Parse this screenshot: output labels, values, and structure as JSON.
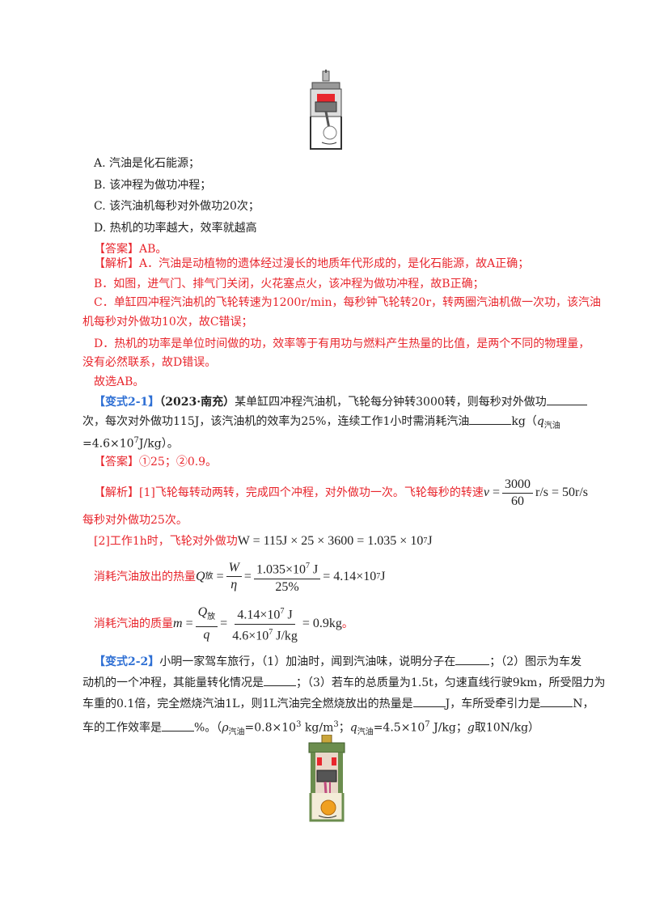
{
  "q1": {
    "options": [
      "A. 汽油是化石能源；",
      "B. 该冲程为做功冲程；",
      "C. 该汽油机每秒对外做功20次；",
      "D. 热机的功率越大，效率就越高"
    ],
    "answer": "【答案】AB。",
    "analysis_head": "【解析】",
    "analysis": [
      "A．汽油是动植物的遗体经过漫长的地质年代形成的，是化石能源，故A正确；",
      "B．如图，进气门、排气门关闭，火花塞点火，该冲程为做功冲程，故B正确；",
      "C．单缸四冲程汽油机的飞轮转速为1200r/min，每秒钟飞轮转20r，转两圈汽油机做一次功，该汽油",
      "机每秒对外做功10次，故C错误；",
      "D．热机的功率是单位时间做的功，效率等于有用功与燃料产生热量的比值，是两个不同的物理量，",
      "没有必然联系，故D错误。"
    ],
    "conclusion": "故选AB。"
  },
  "q2_1": {
    "tag": "【变式2-1】",
    "source": "（2023·南充）",
    "stem1": "某单缸四冲程汽油机，飞轮每分钟转3000转，则每秒对外做功",
    "stem2a": "次，每次对外做功115J，该汽油机的效率为25%，连续工作1小时需消耗汽油",
    "stem2b": "kg（",
    "q_sym": "q",
    "q_sub": "汽油",
    "stem3": "=4.6×10",
    "stem3_exp": "7",
    "stem3b": "J/kg）。",
    "answer": "【答案】①25；②0.9。",
    "analysis_head": "【解析】",
    "a1": "[1]飞轮每转动两转，完成四个冲程，对外做功一次。飞轮每秒的转速",
    "a1_var": "v",
    "a1_num": "3000",
    "a1_den": "60",
    "a1_result": "r/s = 50r/s",
    "a2": "每秒对外做功25次。",
    "a3": "[2]工作1h时，飞轮对外做功",
    "a3_formula": "W = 115J × 25 × 3600 = 1.035 × 10",
    "a3_exp": "7",
    "a3_unit": " J",
    "a4": "消耗汽油放出的热量",
    "a4_var": "Q",
    "a4_sub": "放",
    "a4_num": "W",
    "a4_den": "η",
    "a4_num2": "1.035×10",
    "a4_num2_exp": "7",
    "a4_num2_unit": " J",
    "a4_den2": "25%",
    "a4_result": "= 4.14×10",
    "a4_result_exp": "7",
    "a4_result_unit": " J",
    "a5": "消耗汽油的质量",
    "a5_var": "m",
    "a5_num_var": "Q",
    "a5_num_sub": "放",
    "a5_den_var": "q",
    "a5_num2": "4.14×10",
    "a5_num2_exp": "7",
    "a5_num2_unit": " J",
    "a5_den2": "4.6×10",
    "a5_den2_exp": "7",
    "a5_den2_unit": " J/kg",
    "a5_result": "= 0.9kg",
    "a5_tail": "。"
  },
  "q2_2": {
    "tag": "【变式2-2】",
    "line1": "小明一家驾车旅行，（1）加油时，闻到汽油味，说明分子在",
    "line1b": "；（2）图示为车发",
    "line2a": "动机的一个冲程，其能量转化情况是",
    "line2b": "；（3）若车的总质量为1.5t，匀速直线行驶9km，所受阻力为",
    "line3a": "车重的0.1倍，完全燃烧汽油1L，则1L汽油完全燃烧放出的热量是",
    "line3b": "J，车所受牵引力是",
    "line3c": "N，",
    "line4a": "车的工作效率是",
    "line4b": "%。（",
    "rho": "ρ",
    "rho_sub": "汽油",
    "rho_val": "=0.8×10",
    "rho_exp": "3",
    "rho_unit": " kg/m",
    "rho_unit_exp": "3",
    "sep": "；",
    "q": "q",
    "q_sub": "汽油",
    "q_val": "=4.5×10",
    "q_exp": "7",
    "q_unit": " J/kg；",
    "g": "g",
    "g_text": "取10N/kg）"
  },
  "colors": {
    "red": "#e8262d",
    "blue": "#2e6fd4",
    "text": "#222222"
  }
}
